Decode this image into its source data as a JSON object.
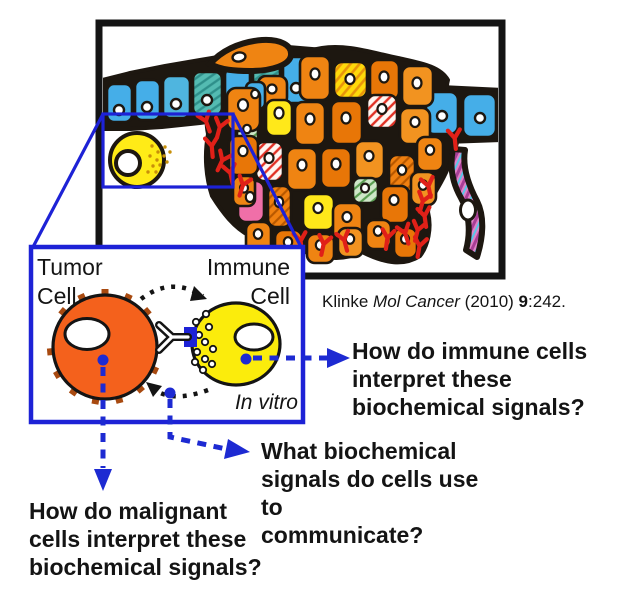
{
  "figure": {
    "citation": {
      "author": "Klinke ",
      "journal": "Mol Cancer",
      "middle": " (2010) ",
      "volume": "9",
      "tail": ":242."
    },
    "inset": {
      "tumor_label": [
        "Tumor",
        "Cell"
      ],
      "immune_label": [
        "Immune",
        "Cell"
      ],
      "condition": "In vitro"
    },
    "questions": {
      "immune": [
        "How do immune cells",
        "interpret these",
        "biochemical signals?"
      ],
      "signals": [
        "What biochemical",
        "signals do cells use to",
        "communicate?"
      ],
      "malignant": [
        "How do malignant",
        "cells interpret these",
        "biochemical signals?"
      ]
    },
    "colors": {
      "callout_blue": "#1d22d6",
      "arrow_blue": "#1d2ad2",
      "tumor_orange": "#F4611C",
      "immune_yellow": "#FBEC0C",
      "antibody_red": "#E02018",
      "epithelium_blue": "#45AEE8",
      "ink": "#141414"
    }
  }
}
